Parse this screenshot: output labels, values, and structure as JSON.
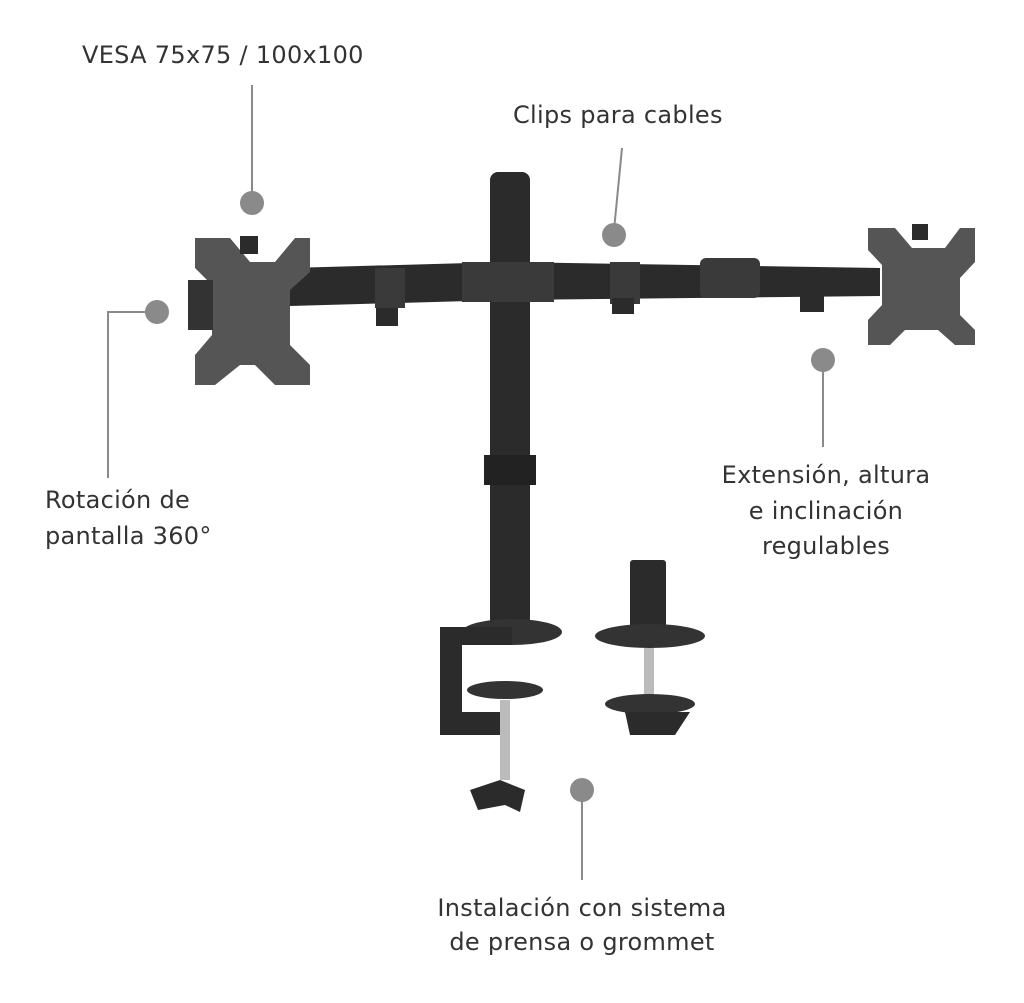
{
  "labels": {
    "vesa": "VESA 75x75 / 100x100",
    "clips": "Clips para cables",
    "rotation_line1": "Rotación de",
    "rotation_line2": "pantalla 360°",
    "extension_line1": "Extensión, altura",
    "extension_line2": "e inclinación",
    "extension_line3": "regulables",
    "install_line1": "Instalación con sistema",
    "install_line2": "de prensa o grommet"
  },
  "colors": {
    "callout": "#8a8a8a",
    "product": "#2b2b2b"
  }
}
